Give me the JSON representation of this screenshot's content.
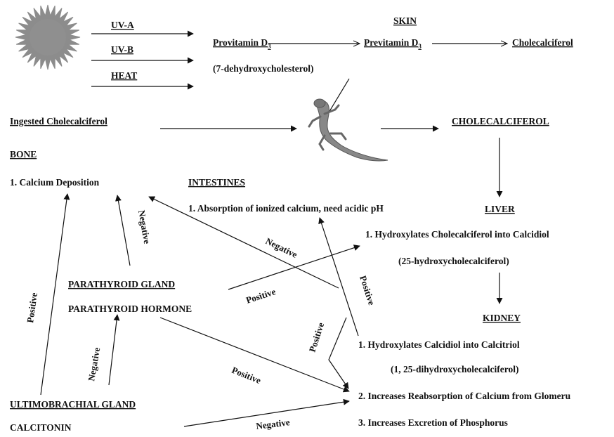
{
  "rays": [
    "UV-A",
    "UV-B",
    "HEAT"
  ],
  "skin": {
    "heading": "SKIN",
    "provitamin": "Provitamin D",
    "provitamin_sub": "3",
    "previtamin": "Previtamin D",
    "previtamin_sub": "3",
    "cholecalciferol": "Cholecalciferol",
    "dehydro": "(7-dehydroxycholesterol)"
  },
  "ingested": "Ingested Cholecalciferol",
  "cholecalciferol_main": "CHOLECALCIFEROL",
  "bone": {
    "heading": "BONE",
    "item1": "1. Calcium Deposition"
  },
  "intestines": {
    "heading": "INTESTINES",
    "item1": "1. Absorption of ionized calcium, need acidic pH"
  },
  "liver": {
    "heading": "LIVER",
    "item1": "1.   Hydroxylates Cholecalciferol into Calcidiol",
    "item1_sub": "(25-hydroxycholecalciferol)"
  },
  "kidney": {
    "heading": "KIDNEY",
    "item1": "1. Hydroxylates Calcidiol into Calcitriol",
    "item1_sub": "(1, 25-dihydroxycholecalciferol)",
    "item2": "2. Increases Reabsorption of Calcium from Glomeru",
    "item3": "3. Increases Excretion of Phosphorus"
  },
  "parathyroid": {
    "gland": "PARATHYROID GLAND",
    "hormone": "PARATHYROID HORMONE"
  },
  "ultimobranchial": {
    "gland": "ULTIMOBRACHIAL GLAND",
    "hormone": "CALCITONIN"
  },
  "labels": {
    "pth_bone_negative": "Negative",
    "kidney_bone_negative": "Negative",
    "pth_liver_positive": "Positive",
    "kidney_intestine_positive": "Positive",
    "kidney_loop_positive": "Positive",
    "pth_kidney_positive": "Positive",
    "ultimo_bone_positive": "Positive",
    "ultimo_pth_negative": "Negative",
    "calcitonin_kidney_negative": "Negative"
  }
}
